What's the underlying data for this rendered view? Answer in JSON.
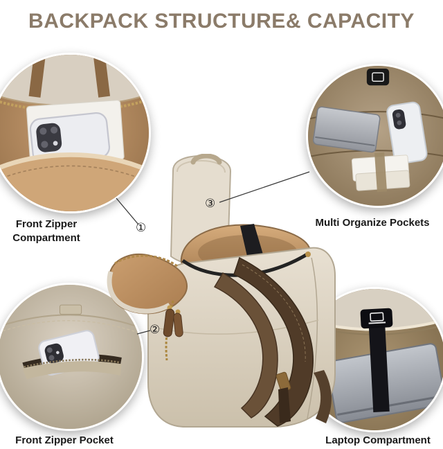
{
  "title": "BACKPACK STRUCTURE& CAPACITY",
  "callouts": [
    {
      "id": "front-zipper-compartment",
      "label": "Front Zipper Compartment",
      "marker": "①"
    },
    {
      "id": "multi-organize-pockets",
      "label": "Multi Organize Pockets",
      "marker": "③"
    },
    {
      "id": "front-zipper-pocket",
      "label": "Front Zipper Pocket",
      "marker": "②"
    },
    {
      "id": "laptop-compartment",
      "label": "Laptop Compartment",
      "marker": null
    }
  ],
  "markers": {
    "one": "①",
    "two": "②",
    "three": "③"
  },
  "photos": {
    "center": "beige-backpack-open-side-view",
    "top_left": "front-zipper-compartment-open-with-phone",
    "top_right": "multi-organize-pockets-with-laptop-phone-cards",
    "bottom_left": "front-zipper-pocket-with-phone",
    "bottom_right": "laptop-compartment-with-laptop-and-strap"
  },
  "colors": {
    "background": "#ffffff",
    "title_text": "#8b7b69",
    "label_text": "#1a1a1a",
    "bag_exterior": "#ddd4c5",
    "bag_interior_tan": "#c49a6e",
    "strap_brown": "#55402d",
    "zipper_gold": "#ab873f"
  }
}
